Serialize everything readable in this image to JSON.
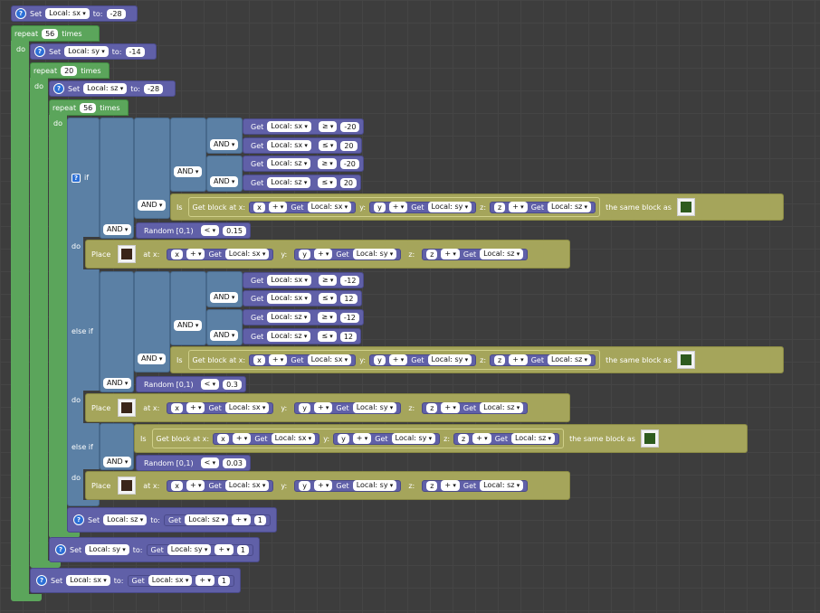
{
  "labels": {
    "set": "Set",
    "to": "to:",
    "repeat": "repeat",
    "times": "times",
    "do": "do",
    "if": "if",
    "else_if": "else if",
    "get": "Get",
    "and": "AND",
    "is": "Is",
    "get_block_at": "Get block at x:",
    "y": "y:",
    "z": "z:",
    "same_block": "the same block as",
    "random": "Random [0,1)",
    "place": "Place",
    "at_x": "at x:",
    "x_var": "x",
    "y_var": "y",
    "z_var": "z",
    "plus": "+",
    "ge": "≥",
    "le": "≤",
    "lt": "<",
    "help": "?"
  },
  "vars": {
    "sx": "Local: sx",
    "sy": "Local: sy",
    "sz": "Local: sz"
  },
  "values": {
    "sx_init": "-28",
    "repeat_outer": "56",
    "sy_init": "-14",
    "repeat_mid": "20",
    "sz_init": "-28",
    "repeat_inner": "56",
    "c1_min": "-20",
    "c1_max": "20",
    "p1": "0.15",
    "c2_min": "-12",
    "c2_max": "12",
    "p2": "0.3",
    "p3": "0.03",
    "inc": "1"
  },
  "colors": {
    "loop": "#5ba55b",
    "variable": "#6060a8",
    "logic": "#5b80a5",
    "world": "#a5a55b",
    "workspace": "#3d3d3d"
  },
  "icons": {
    "help": "help-circle-icon",
    "gear": "gear-icon",
    "dirt_block": "dirt-block-icon",
    "grass_block": "grass-block-icon"
  }
}
